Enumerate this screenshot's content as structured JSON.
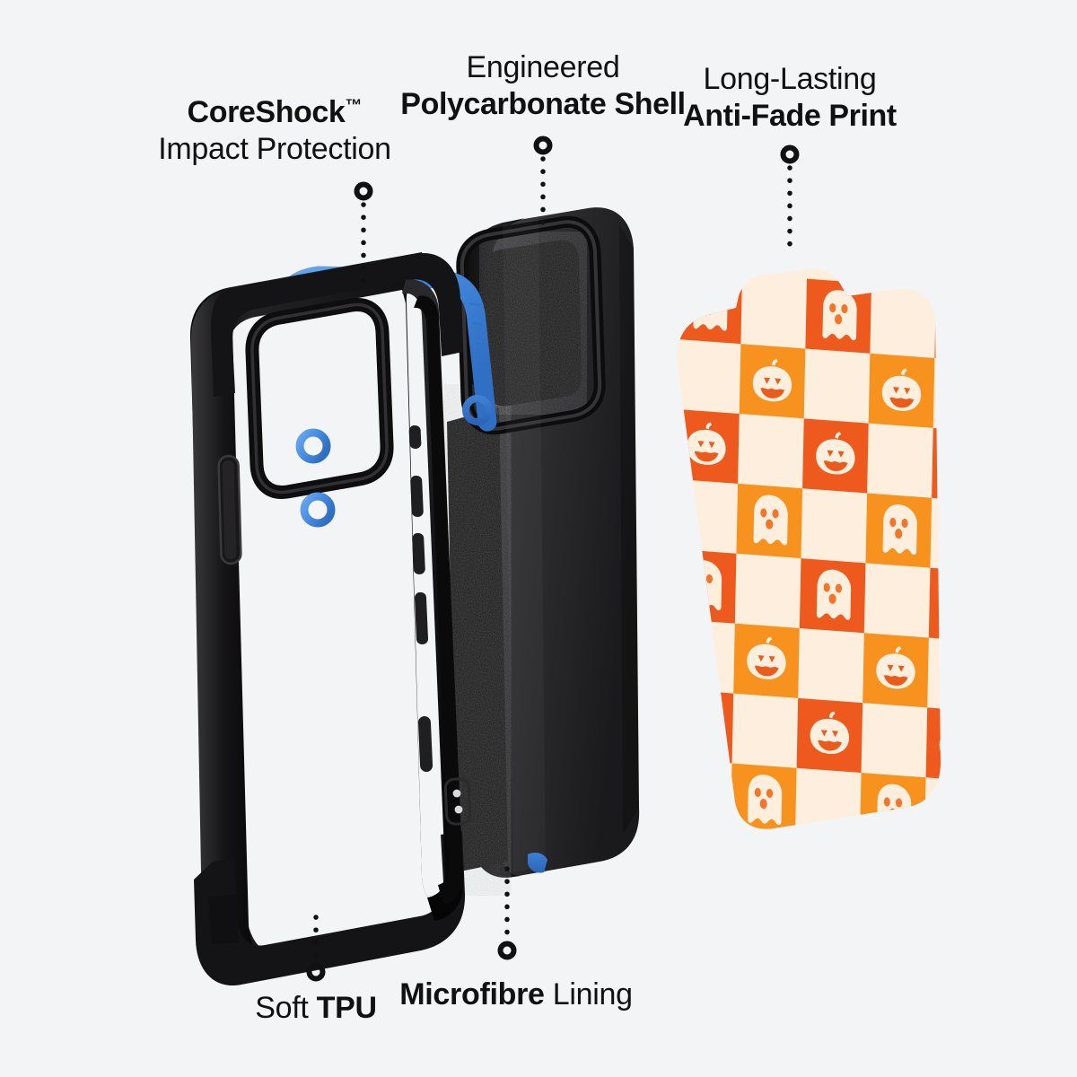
{
  "page": {
    "background_color": "#f3f4f6",
    "title": "Phone case exploded view feature diagram"
  },
  "theme": {
    "text_color": "#111111",
    "bumper_blue": "#4a8fe3",
    "shell_black": "#2e2e30",
    "frame_black": "#1c1c1e",
    "print_orange_dark": "#ee5a1d",
    "print_orange_light": "#f7921e",
    "print_cream": "#fdeedd"
  },
  "callouts": [
    {
      "id": "coreshock",
      "name": "coreshock-impact-protection",
      "line1_bold": "CoreShock",
      "trademark": "™",
      "line2_regular": "Impact Protection"
    },
    {
      "id": "polycarbonate",
      "name": "engineered-polycarbonate-shell",
      "line1_regular": "Engineered",
      "line2_bold": "Polycarbonate Shell"
    },
    {
      "id": "antifade",
      "name": "long-lasting-anti-fade-print",
      "line1_regular": "Long-Lasting",
      "line2_bold": "Anti-Fade Print"
    },
    {
      "id": "tpu",
      "name": "soft-tpu",
      "prefix_regular": "Soft ",
      "suffix_bold": "TPU"
    },
    {
      "id": "microfibre",
      "name": "microfibre-lining",
      "prefix_bold": "Microfibre",
      "suffix_regular": " Lining"
    }
  ],
  "layers": [
    {
      "name": "tpu-bumper-frame",
      "label": "Soft TPU bumper frame with blue CoreShock inserts"
    },
    {
      "name": "polycarbonate-shell",
      "label": "Engineered polycarbonate shell with microfibre lining"
    },
    {
      "name": "printed-back-panel",
      "label": "Long-lasting anti-fade printed back panel"
    }
  ],
  "print_pattern": {
    "name": "halloween-checkerboard",
    "motifs": [
      "jack-o-lantern",
      "ghost"
    ],
    "columns": 4,
    "rows": 8
  }
}
